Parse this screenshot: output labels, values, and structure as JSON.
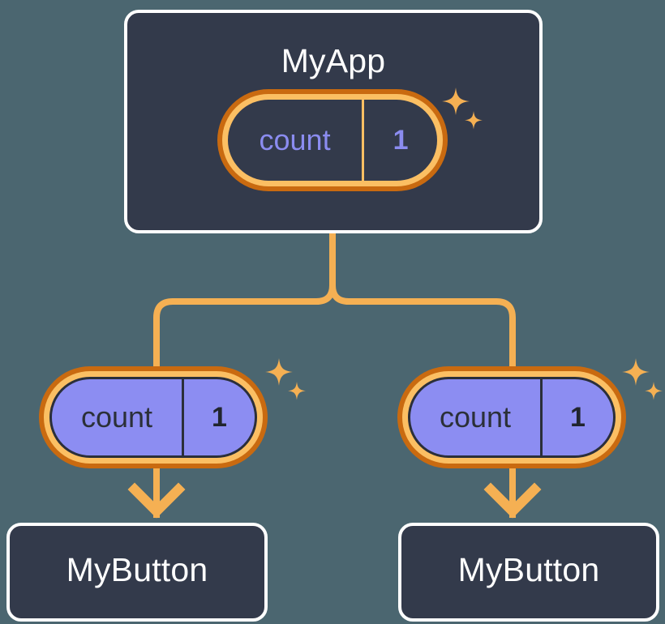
{
  "diagram": {
    "title_hidden": "",
    "background_color": "#4b6670",
    "accent_orange": "#f5b053",
    "accent_orange_dark": "#c96a10",
    "accent_orange_light": "#fbbf63",
    "panel_color": "#333a4b",
    "state_fill_color": "#8c8df2",
    "state_text_color": "#8b8cf0"
  },
  "root": {
    "label": "MyApp",
    "state": {
      "name": "count",
      "value": "1"
    }
  },
  "branches": [
    {
      "state": {
        "name": "count",
        "value": "1"
      },
      "child": {
        "label": "MyButton"
      }
    },
    {
      "state": {
        "name": "count",
        "value": "1"
      },
      "child": {
        "label": "MyButton"
      }
    }
  ],
  "icons": {
    "sparkle_large": "sparkle-four-point-large",
    "sparkle_small": "sparkle-four-point-small",
    "arrow_down": "arrow-down"
  }
}
